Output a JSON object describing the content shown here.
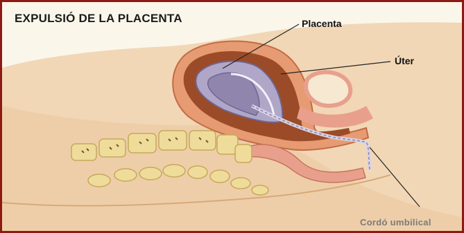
{
  "figure": {
    "title": "EXPULSIÓ DE LA PLACENTA",
    "labels": {
      "placenta": "Placenta",
      "uter": "Úter",
      "cordo": "Cordó umbilical"
    },
    "colors": {
      "frame": "#8c1a13",
      "skin": "#f1d7b6",
      "skin_shade": "#e2b98c",
      "uterus_wall": "#e79b72",
      "uterus_inner": "#b35a2e",
      "placenta": "#b0a7c8",
      "placenta_dark": "#6f6690",
      "bone": "#efdc9a",
      "tissue_pink": "#e8a08c"
    }
  }
}
